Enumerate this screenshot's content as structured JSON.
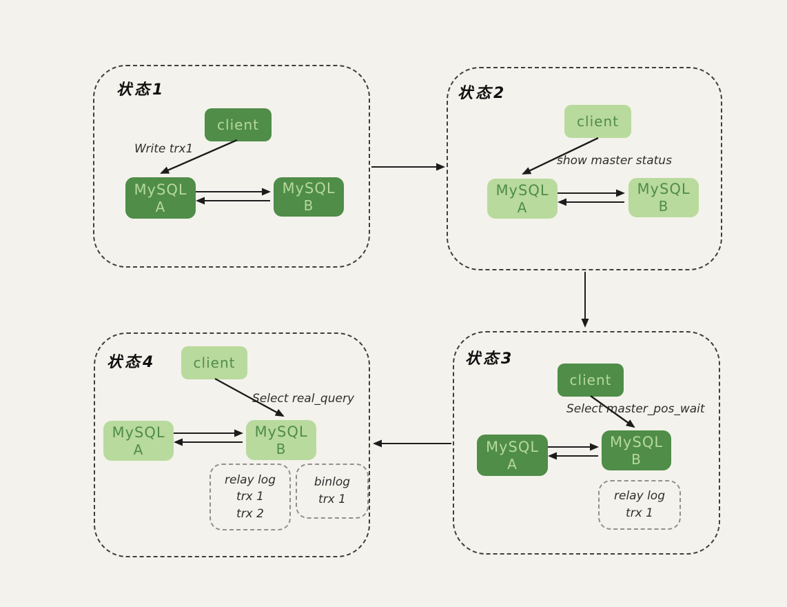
{
  "diagram": {
    "title_hint": "MySQL master-slave switch states",
    "background": "#f4f2ec",
    "colors": {
      "dark_green": "#4f8d48",
      "light_green": "#b9da9d",
      "text_on_dark": "#b7d99a",
      "text_on_light": "#4f8d48",
      "arrow": "#1c1c1c",
      "state_border": "#3d3d3d",
      "log_border": "#8f8f8f"
    },
    "states": [
      {
        "label": "状态1",
        "theme": "dark",
        "client": "client",
        "annotation": "Write trx1",
        "node_a_name": "MySQL",
        "node_a_letter": "A",
        "node_b_name": "MySQL",
        "node_b_letter": "B"
      },
      {
        "label": "状态2",
        "theme": "light",
        "client": "client",
        "annotation": "show master status",
        "node_a_name": "MySQL",
        "node_a_letter": "A",
        "node_b_name": "MySQL",
        "node_b_letter": "B"
      },
      {
        "label": "状态3",
        "theme": "dark",
        "client": "client",
        "annotation": "Select master_pos_wait",
        "node_a_name": "MySQL",
        "node_a_letter": "A",
        "node_b_name": "MySQL",
        "node_b_letter": "B",
        "logs": [
          {
            "title": "relay log",
            "entries": [
              "trx 1"
            ]
          }
        ]
      },
      {
        "label": "状态4",
        "theme": "light",
        "client": "client",
        "annotation": "Select real_query",
        "node_a_name": "MySQL",
        "node_a_letter": "A",
        "node_b_name": "MySQL",
        "node_b_letter": "B",
        "logs": [
          {
            "title": "relay log",
            "entries": [
              "trx 1",
              "trx 2"
            ]
          },
          {
            "title": "binlog",
            "entries": [
              "trx 1"
            ]
          }
        ]
      }
    ]
  }
}
